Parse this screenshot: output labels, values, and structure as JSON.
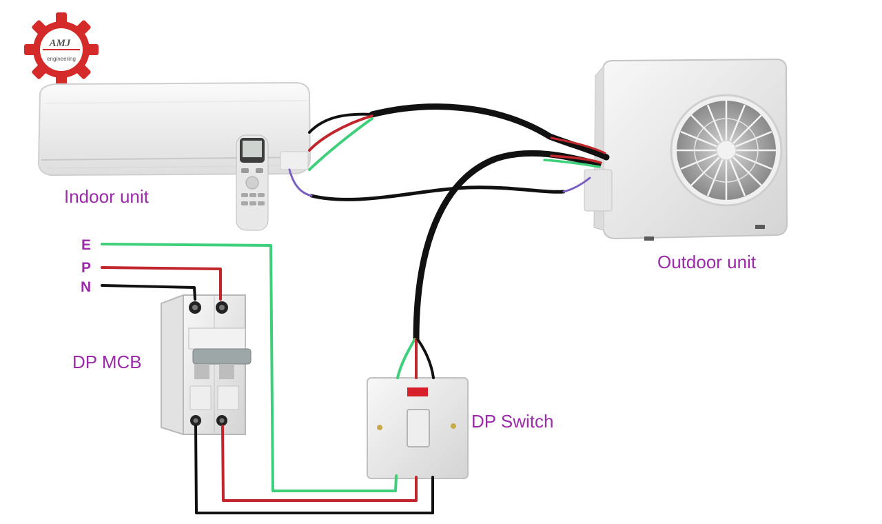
{
  "logo": {
    "name": "AMJ",
    "tagline": "engineering",
    "color": "#d42a2a"
  },
  "labels": {
    "indoor_unit": "Indoor unit",
    "outdoor_unit": "Outdoor unit",
    "dp_mcb": "DP MCB",
    "dp_switch": "DP Switch"
  },
  "supply_terminals": [
    "E",
    "P",
    "N"
  ],
  "label_color": "#9b2aa8",
  "wire_colors": {
    "earth": "#3ecf7a",
    "phase": "#c0262c",
    "neutral": "#111111",
    "signal": "#7a5fc0"
  }
}
